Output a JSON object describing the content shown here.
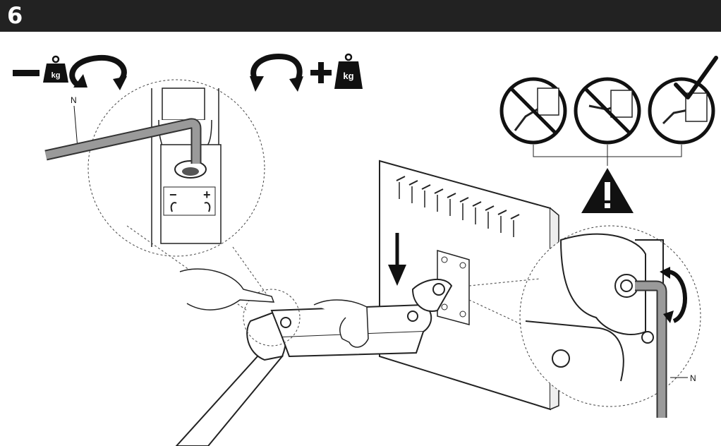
{
  "header": {
    "step_number": "6",
    "background": "#222222"
  },
  "adjust": {
    "decrease_sign": "−",
    "increase_sign": "+",
    "weight_unit": "kg"
  },
  "labels": {
    "hex_key_left": "N",
    "hex_key_right": "N"
  },
  "icons": [
    "weight-icon",
    "rotate-counterclockwise-icon",
    "rotate-clockwise-icon",
    "prohibited-icon",
    "checkmark-icon",
    "warning-icon",
    "down-arrow-icon",
    "hex-key-icon"
  ],
  "colors": {
    "ink": "#111111",
    "key_gray": "#9a9a9a",
    "line": "#222222"
  }
}
